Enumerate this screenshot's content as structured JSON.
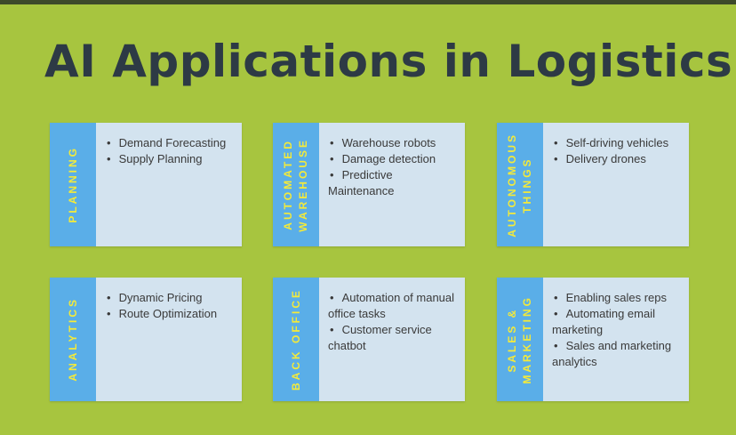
{
  "title": "AI Applications in Logistics",
  "cards": [
    {
      "label": "PLANNING",
      "items": [
        "Demand Forecasting",
        "Supply Planning"
      ]
    },
    {
      "label": "AUTOMATED\nWAREHOUSE",
      "items": [
        "Warehouse robots",
        "Damage detection",
        "Predictive Maintenance"
      ]
    },
    {
      "label": "AUTONOMOUS\nTHINGS",
      "items": [
        "Self-driving vehicles",
        "Delivery drones"
      ]
    },
    {
      "label": "ANALYTICS",
      "items": [
        "Dynamic Pricing",
        "Route Optimization"
      ]
    },
    {
      "label": "BACK OFFICE",
      "items": [
        "Automation of manual office tasks",
        "Customer service chatbot"
      ]
    },
    {
      "label": "SALES &\nMARKETING",
      "items": [
        "Enabling sales reps",
        "Automating email marketing",
        "Sales and marketing analytics"
      ]
    }
  ],
  "colors": {
    "background": "#a7c53f",
    "title": "#2d3a45",
    "label_band": "#5aaee8",
    "label_text": "#f4ea3a",
    "card_body": "#d3e3ef"
  }
}
